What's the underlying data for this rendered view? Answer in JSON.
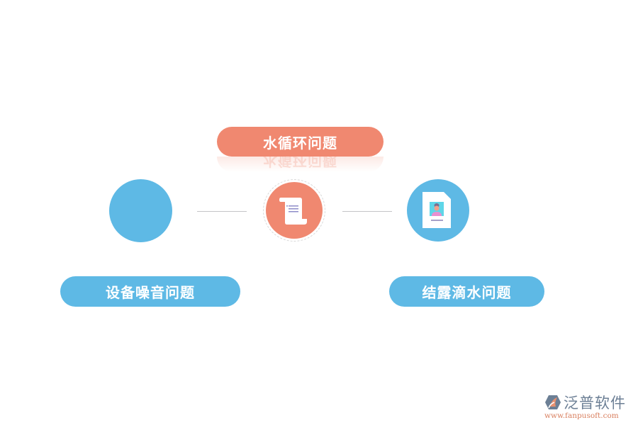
{
  "diagram": {
    "nodes": [
      {
        "id": "top",
        "label": "水循环问题",
        "color": "#f08870",
        "icon": "scroll-icon"
      },
      {
        "id": "left",
        "label": "设备噪音问题",
        "color": "#5eb9e5",
        "icon": "none"
      },
      {
        "id": "right",
        "label": "结露滴水问题",
        "color": "#5eb9e5",
        "icon": "id-card-icon"
      }
    ],
    "connectors": [
      "left-to-center",
      "center-to-right"
    ]
  },
  "logo": {
    "name": "泛普软件",
    "url": "www.fanpusoft.com"
  },
  "colors": {
    "accent_orange": "#f08870",
    "accent_blue": "#5eb9e5",
    "line": "#c4c4c8"
  }
}
